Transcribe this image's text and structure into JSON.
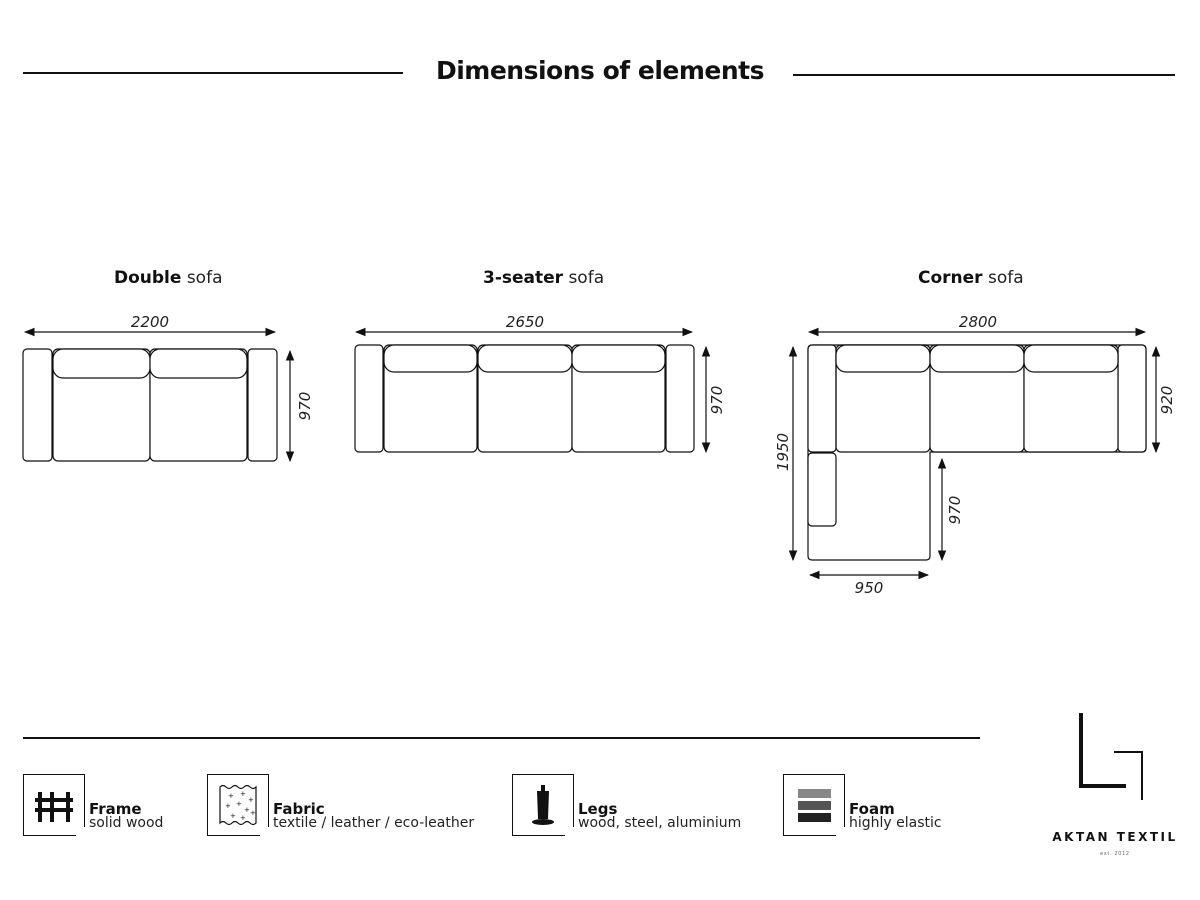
{
  "title": "Dimensions of elements",
  "sofas": {
    "double": {
      "bold": "Double",
      "light": "sofa",
      "width": "2200",
      "depth": "970"
    },
    "three": {
      "bold": "3-seater",
      "light": "sofa",
      "width": "2650",
      "depth": "970"
    },
    "corner": {
      "bold": "Corner",
      "light": "sofa",
      "width": "2800",
      "depth": "920",
      "length": "1950",
      "inner_depth": "970",
      "chaise_width": "950"
    }
  },
  "features": [
    {
      "title": "Frame",
      "sub": "solid wood",
      "icon": "frame-icon"
    },
    {
      "title": "Fabric",
      "sub": "textile / leather / eco-leather",
      "icon": "fabric-icon"
    },
    {
      "title": "Legs",
      "sub": "wood, steel, aluminium",
      "icon": "legs-icon"
    },
    {
      "title": "Foam",
      "sub": "highly elastic",
      "icon": "foam-icon"
    }
  ],
  "brand": {
    "name": "AKTAN TEXTIL",
    "tagline": "est. 2012"
  }
}
